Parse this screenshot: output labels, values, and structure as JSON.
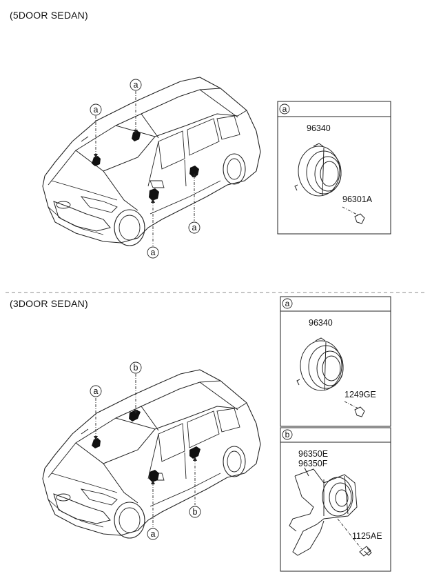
{
  "sections": {
    "five_door": {
      "title": "(5DOOR SEDAN)",
      "callout": "a",
      "detail_box": {
        "header": "a",
        "parts": [
          "96340",
          "96301A"
        ]
      }
    },
    "three_door": {
      "title": "(3DOOR SEDAN)",
      "callouts": [
        "a",
        "b"
      ],
      "detail_box_a": {
        "header": "a",
        "parts": [
          "96340",
          "1249GE"
        ]
      },
      "detail_box_b": {
        "header": "b",
        "parts": [
          "96350E",
          "96350F",
          "1125AE"
        ]
      }
    }
  }
}
